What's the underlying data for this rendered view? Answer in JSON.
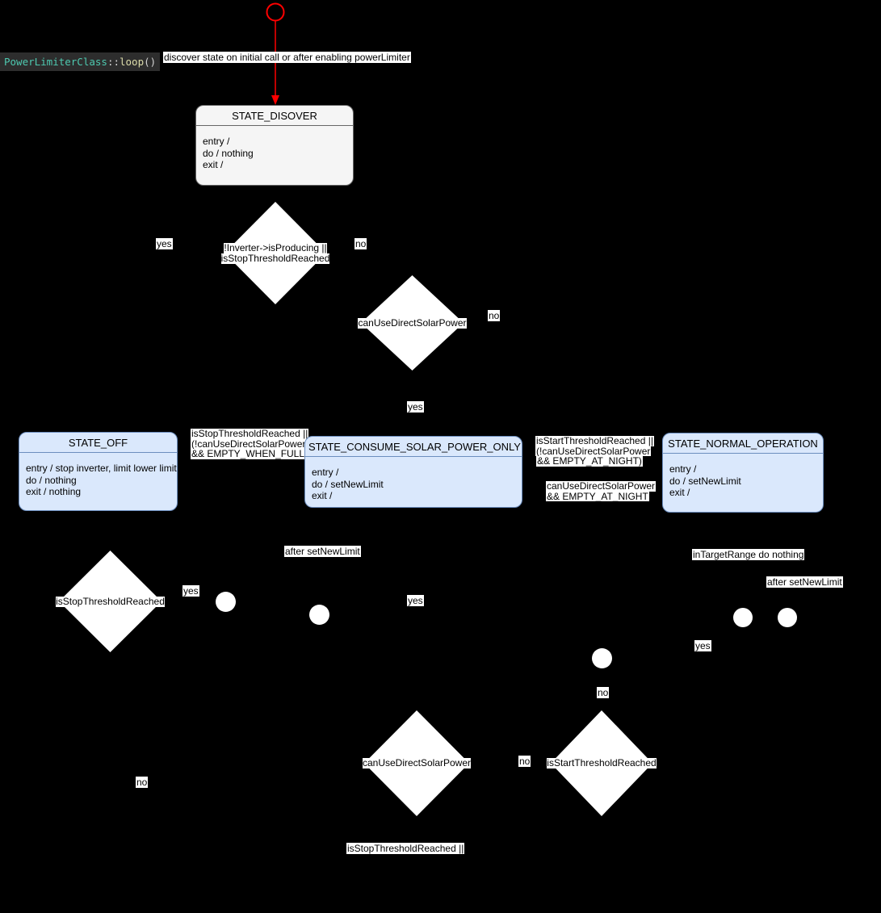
{
  "colors": {
    "background": "#000000",
    "state_blue_fill": "#dae8fc",
    "state_blue_border": "#6c8ebf",
    "state_gray_fill": "#f5f5f5",
    "state_gray_border": "#666666",
    "accent_red": "#ff0000",
    "label_background": "#ffffff",
    "code_badge_background": "#2d2d2d",
    "code_class_color": "#4ec9b0",
    "code_method_color": "#dcdcaa"
  },
  "diagram": {
    "code_badge": {
      "class_name": "PowerLimiterClass",
      "separator": "::",
      "method_name": "loop",
      "parens": "()"
    },
    "initial_transition_label": "discover state on initial call or after enabling powerLimiter",
    "states": [
      {
        "title": "STATE_DISOVER",
        "lines": [
          "entry /",
          "do / nothing",
          "exit /"
        ]
      },
      {
        "title": "STATE_OFF",
        "lines": [
          "entry / stop inverter, limit lower limit",
          "do / nothing",
          "exit / nothing"
        ]
      },
      {
        "title": "STATE_CONSUME_SOLAR_POWER_ONLY",
        "lines": [
          "entry /",
          "do / setNewLimit",
          "exit /"
        ]
      },
      {
        "title": "STATE_NORMAL_OPERATION",
        "lines": [
          "entry /",
          "do / setNewLimit",
          "exit /"
        ]
      }
    ],
    "decisions": [
      {
        "line1": "!Inverter->isProducing ||",
        "line2": "isStopThresholdReached"
      },
      {
        "line1": "canUseDirectSolarPower"
      },
      {
        "line1": "isStopThresholdReached"
      },
      {
        "line1": "canUseDirectSolarPower"
      },
      {
        "line1": "isStartThresholdReached"
      }
    ],
    "guards": {
      "to_off": [
        "isStopThresholdReached ||",
        "(!canUseDirectSolarPower",
        "&& EMPTY_WHEN_FULL)"
      ],
      "to_normal": [
        "isStartThresholdReached ||",
        "(!canUseDirectSolarPower",
        "&& EMPTY_AT_NIGHT)"
      ],
      "to_consume": [
        "canUseDirectSolarPower",
        "&& EMPTY_AT_NIGHT"
      ],
      "bottom": "isStopThresholdReached ||",
      "after_set_new_limit": "after setNewLimit",
      "in_target_range": "inTargetRange do nothing"
    },
    "answers": {
      "yes": "yes",
      "no": "no"
    }
  }
}
